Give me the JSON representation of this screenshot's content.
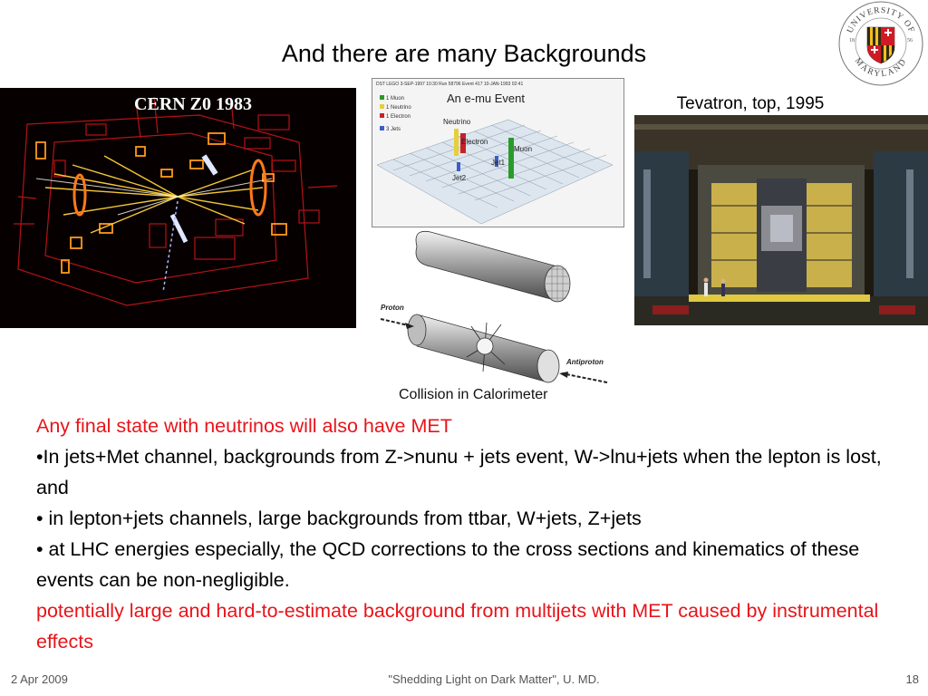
{
  "slide": {
    "title": "And there are many Backgrounds",
    "seal": {
      "text_top": "UNIVERSITY OF",
      "text_bottom": "MARYLAND",
      "year_left": "18",
      "year_right": "56"
    }
  },
  "images": {
    "cern": {
      "label": "CERN Z0 1983"
    },
    "emu_event": {
      "header": "DST LEGO  3-SEP-1997 10:30  Run 58796 Event 417  10-JAN-1993 02:41",
      "title": "An e-mu Event",
      "legend": [
        "1  Muon",
        "1  Neutrino",
        "1  Electron",
        "3  Jets"
      ],
      "labels": [
        "Neutrino",
        "Electron",
        "Muon",
        "Jet1",
        "Jet2"
      ]
    },
    "calorimeter": {
      "caption": "Collision in Calorimeter",
      "proton_label": "Proton",
      "antiproton_label": "Antiproton"
    },
    "tevatron": {
      "label": "Tevatron, top, 1995"
    }
  },
  "body": {
    "line1": "Any final state with neutrinos will also have MET",
    "line2": "•In jets+Met channel, backgrounds from Z->nunu + jets event, W->lnu+jets when the lepton is lost, and",
    "line3": "• in lepton+jets channels, large backgrounds from ttbar, W+jets, Z+jets",
    "line4": "• at LHC energies especially, the QCD corrections to the cross sections and kinematics of these events can be non-negligible.",
    "line5": "potentially large and hard-to-estimate background from multijets with MET caused by instrumental effects"
  },
  "footer": {
    "date": "2 Apr 2009",
    "center": "\"Shedding Light on Dark Matter\", U. MD.",
    "page": "18"
  },
  "colors": {
    "red_text": "#e8141a",
    "maryland_red": "#d01b25",
    "maryland_gold": "#f2c01e"
  }
}
